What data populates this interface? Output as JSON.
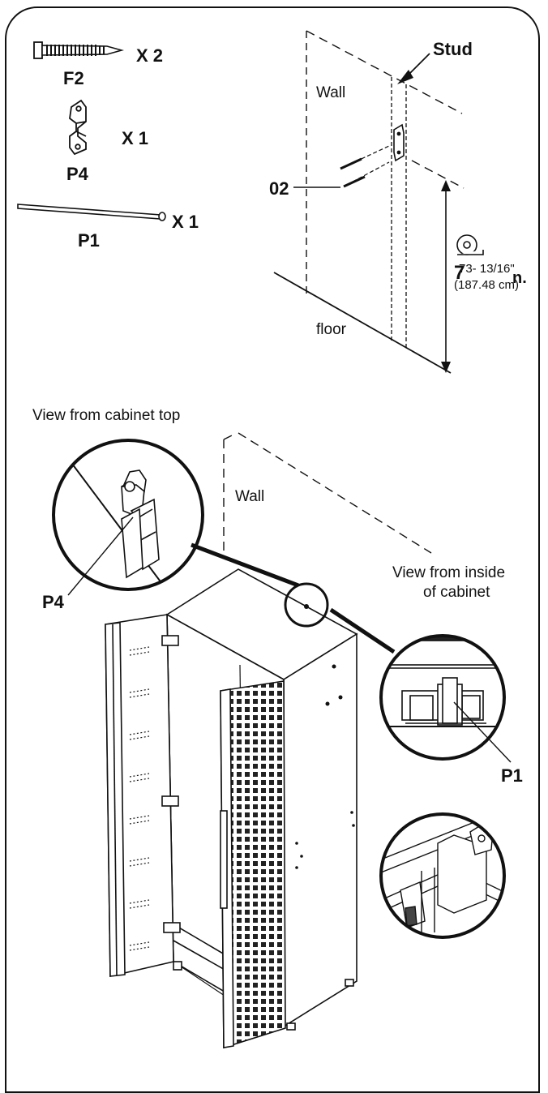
{
  "parts": {
    "f2": {
      "code": "F2",
      "qty": "X 2"
    },
    "p4": {
      "code": "P4",
      "qty": "X 1"
    },
    "p1": {
      "code": "P1",
      "qty": "X 1"
    }
  },
  "wall_diagram": {
    "stud_label": "Stud",
    "wall_label": "Wall",
    "screw_label": "02",
    "floor_label": "floor",
    "height_in": "73- 13/16\"",
    "height_cm": "(187.48 cm)",
    "height_suffix": "n.",
    "height_prefix": "7"
  },
  "top_view": {
    "title": "View from cabinet top",
    "wall_label": "Wall",
    "part_label": "P4"
  },
  "inside_view": {
    "title_line1": "View from inside",
    "title_line2": "of cabinet",
    "part_label": "P1"
  },
  "colors": {
    "ink": "#111111",
    "paper": "#ffffff",
    "gray": "#9a9a9a"
  },
  "icons": [
    "screw-icon",
    "bracket-icon",
    "rod-icon",
    "tape-measure-icon"
  ]
}
